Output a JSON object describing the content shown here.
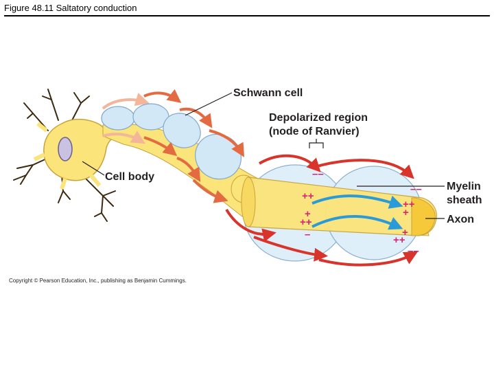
{
  "header": {
    "figure_title": "Figure 48.11 Saltatory conduction"
  },
  "labels": {
    "schwann_cell": "Schwann cell",
    "depolarized_line1": "Depolarized region",
    "depolarized_line2": "(node of Ranvier)",
    "cell_body": "Cell body",
    "myelin_line1": "Myelin",
    "myelin_line2": "sheath",
    "axon": "Axon"
  },
  "charges": {
    "plus": "+",
    "minus": "–",
    "double_plus": "++",
    "double_minus": "––"
  },
  "copyright": "Copyright © Pearson Education, Inc., publishing as Benjamin Cummings.",
  "colors": {
    "myelin": "#d3e8f7",
    "axon": "#fbe47a",
    "cell_body": "#fbe47a",
    "nucleus": "#c9c2e0",
    "arrow_red": "#d9342b",
    "arrow_faded": "#f3b69a",
    "current_blue": "#2a9ad8",
    "charge_magenta": "#d6246e"
  },
  "icons": [
    "current-arrow-icon",
    "action-potential-arrow-icon"
  ]
}
